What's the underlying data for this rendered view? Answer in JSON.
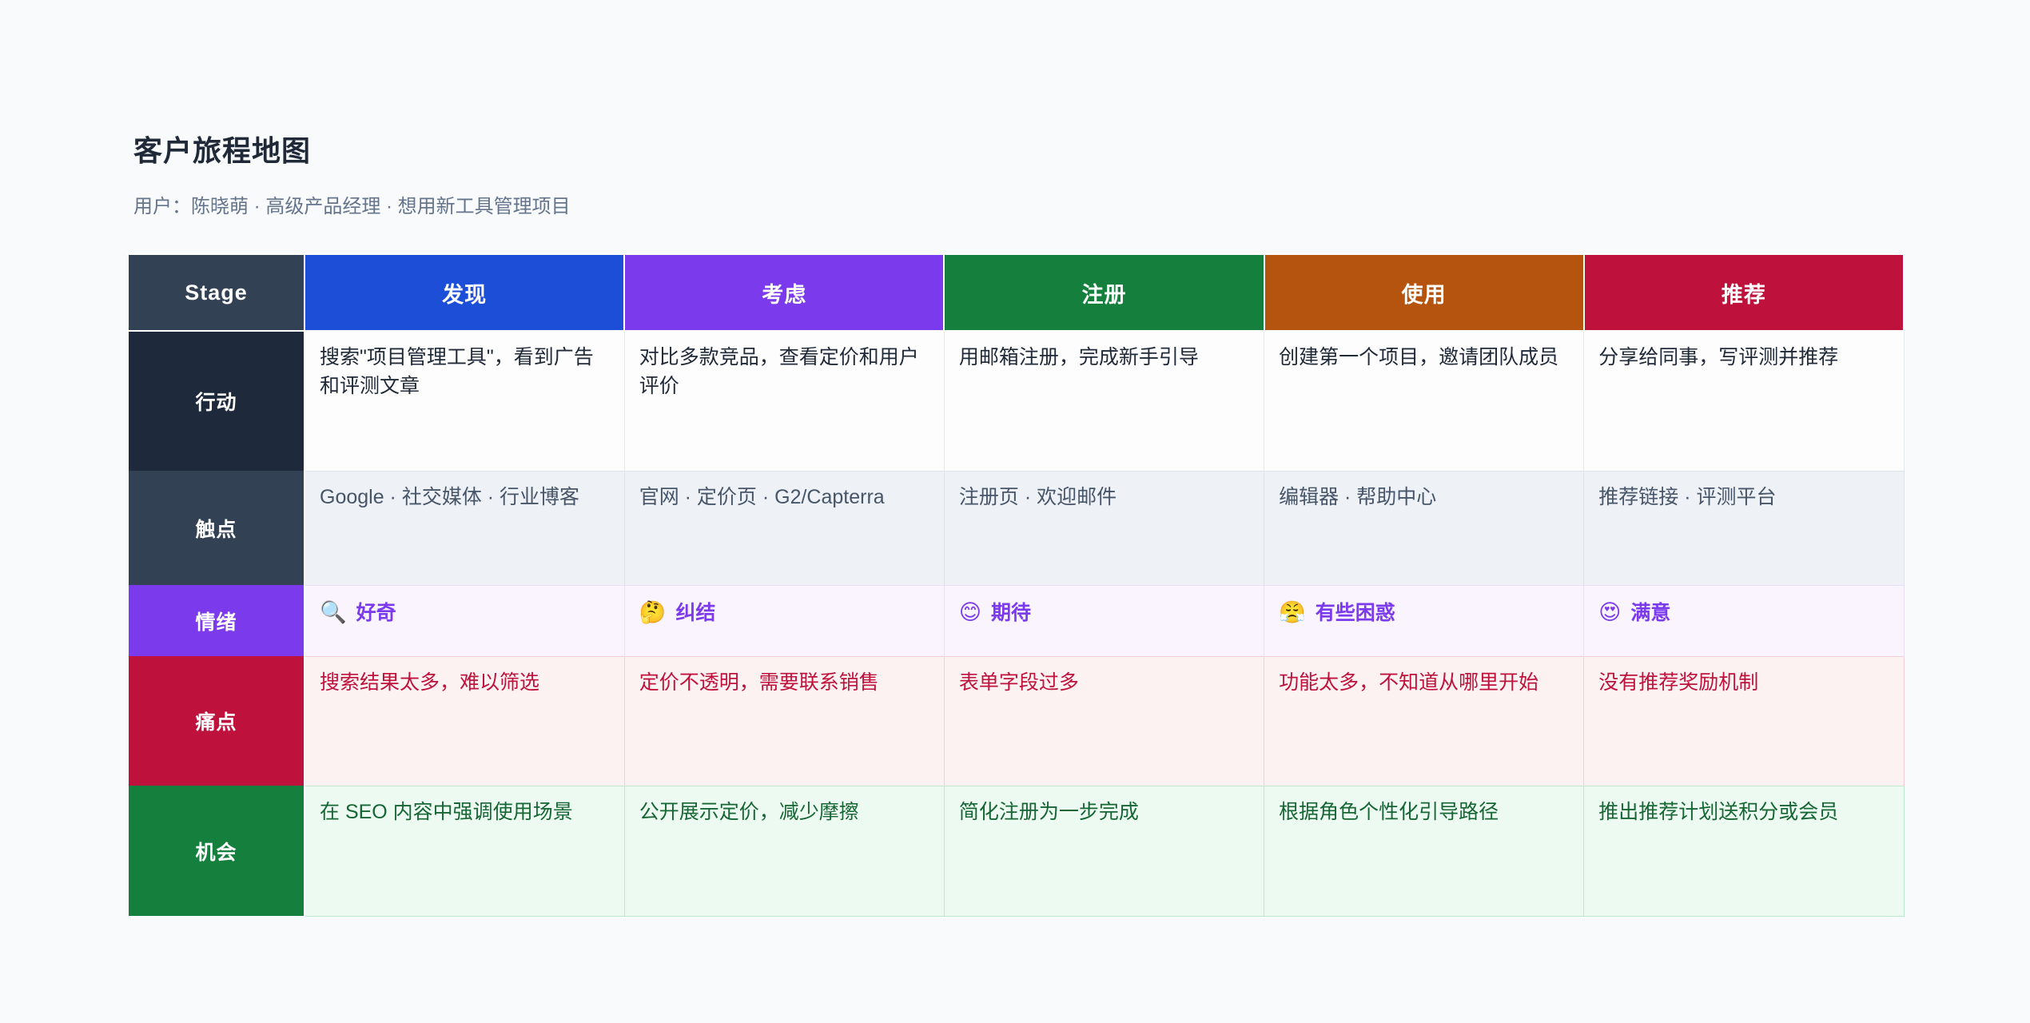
{
  "page": {
    "title": "客户旅程地图",
    "subtitle": "用户：陈晓萌 · 高级产品经理 · 想用新工具管理项目"
  },
  "palette": {
    "page_background": "#f8fafc",
    "stage_corner": "#334155",
    "stage_discover": "#1d4ed8",
    "stage_consider": "#7c3aed",
    "stage_signup": "#15803d",
    "stage_use": "#b4540f",
    "stage_refer": "#be123c",
    "row_actions_label": "#1e293b",
    "row_touchpoints_label": "#334155",
    "row_emotions_label": "#7c3aed",
    "row_pains_label": "#be123c",
    "row_opportunities_label": "#15803d",
    "emotions_text": "#7c3aed",
    "pains_text": "#be123c",
    "opportunities_text": "#166534"
  },
  "journey_map": {
    "corner_label": "Stage",
    "stages": [
      {
        "label": "发现"
      },
      {
        "label": "考虑"
      },
      {
        "label": "注册"
      },
      {
        "label": "使用"
      },
      {
        "label": "推荐"
      }
    ],
    "rows": [
      {
        "label": "行动",
        "cells": [
          "搜索\"项目管理工具\"，看到广告和评测文章",
          "对比多款竞品，查看定价和用户评价",
          "用邮箱注册，完成新手引导",
          "创建第一个项目，邀请团队成员",
          "分享给同事，写评测并推荐"
        ]
      },
      {
        "label": "触点",
        "cells": [
          "Google · 社交媒体 · 行业博客",
          "官网 · 定价页 · G2/Capterra",
          "注册页 · 欢迎邮件",
          "编辑器 · 帮助中心",
          "推荐链接 · 评测平台"
        ]
      },
      {
        "label": "情绪",
        "cells": [
          {
            "emoji": "🔍",
            "text": "好奇"
          },
          {
            "emoji": "🤔",
            "text": "纠结"
          },
          {
            "emoji": "😊",
            "text": "期待"
          },
          {
            "emoji": "😤",
            "text": "有些困惑"
          },
          {
            "emoji": "😍",
            "text": "满意"
          }
        ]
      },
      {
        "label": "痛点",
        "cells": [
          "搜索结果太多，难以筛选",
          "定价不透明，需要联系销售",
          "表单字段过多",
          "功能太多，不知道从哪里开始",
          "没有推荐奖励机制"
        ]
      },
      {
        "label": "机会",
        "cells": [
          "在 SEO 内容中强调使用场景",
          "公开展示定价，减少摩擦",
          "简化注册为一步完成",
          "根据角色个性化引导路径",
          "推出推荐计划送积分或会员"
        ]
      }
    ]
  }
}
